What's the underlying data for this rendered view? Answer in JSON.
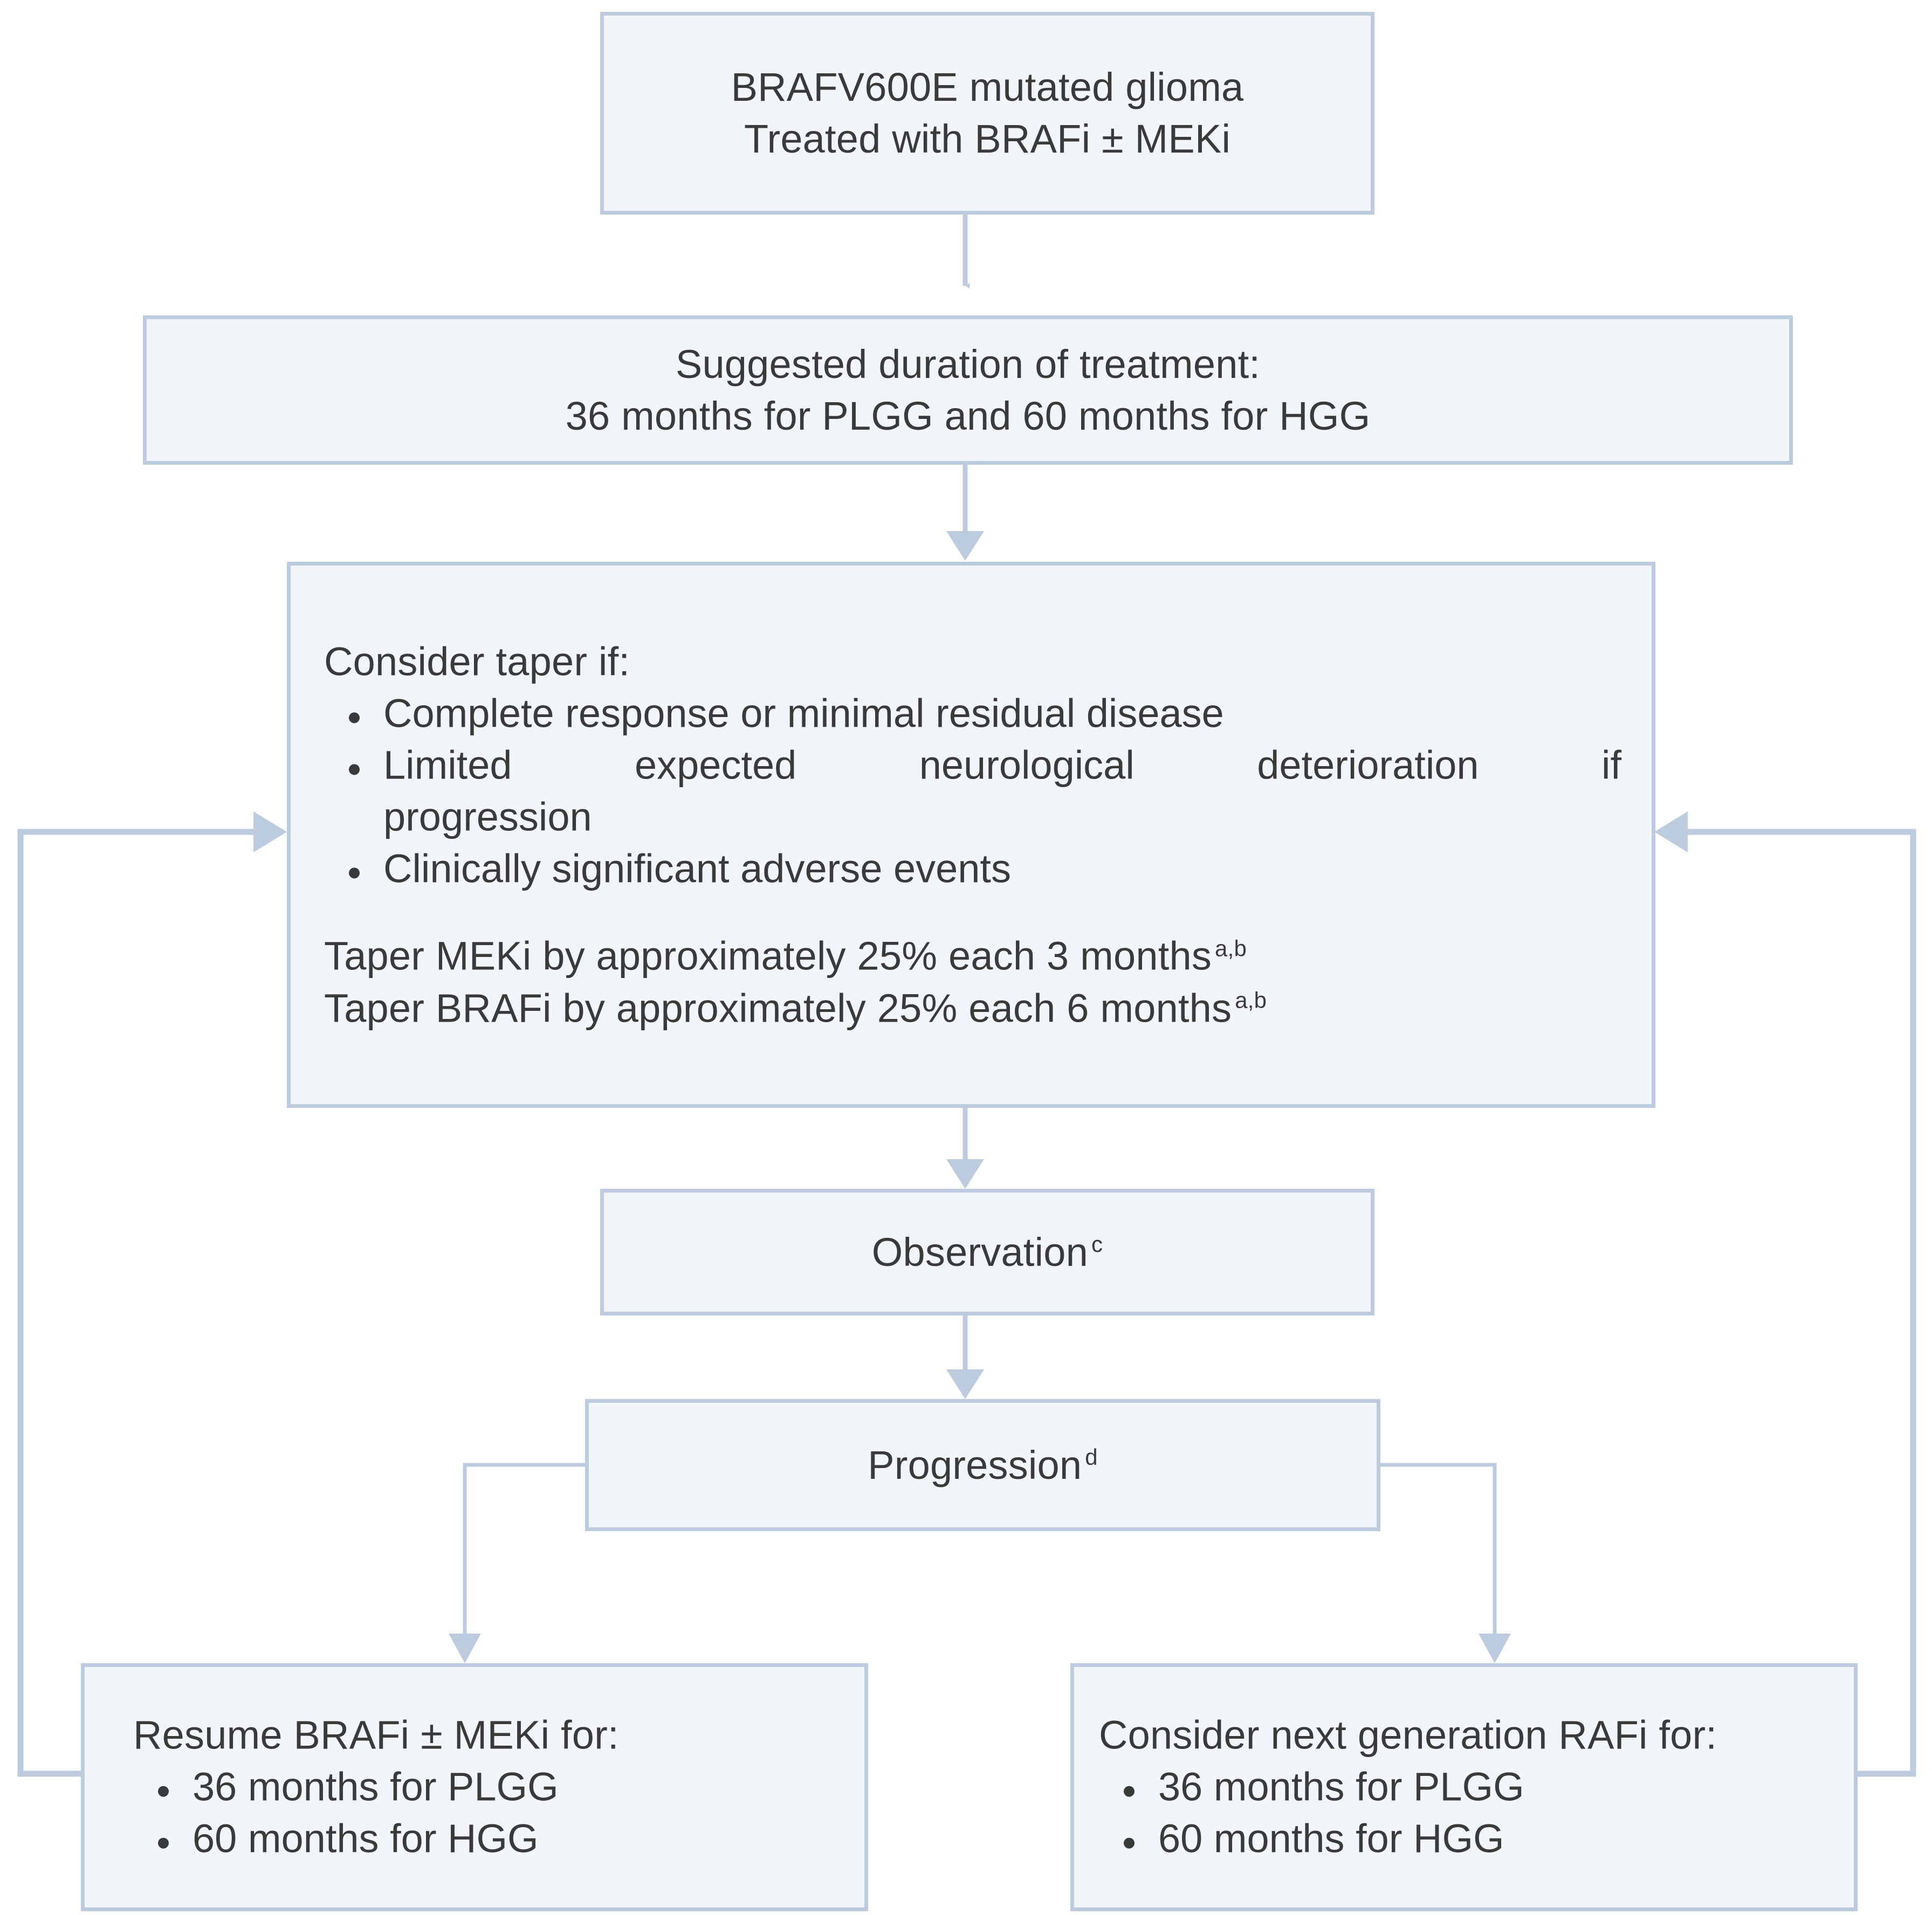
{
  "diagram": {
    "title": "BRAFV600E mutated glioma treatment duration and taper algorithm",
    "accent_color": "#bccbdd",
    "box_fill_color": "#f2f6fb",
    "connector_color": "#bccbdd",
    "text_color": "#3a3a3a"
  },
  "nodes": {
    "start": {
      "line1": "BRAFV600E mutated glioma",
      "line2": "Treated with BRAFi ± MEKi"
    },
    "duration": {
      "line1": "Suggested duration of treatment:",
      "line2": "36 months for PLGG and 60 months for HGG"
    },
    "taper": {
      "heading": "Consider taper if:",
      "bullets": [
        "Complete response or minimal residual disease",
        "Limited expected neurological deterioration if progression",
        "Clinically significant adverse events"
      ],
      "bullet2_line1": "Limited expected neurological deterioration if",
      "bullet2_line2": "progression",
      "meki_line": "Taper MEKi by approximately 25% each 3 months",
      "meki_footnote": "a,b",
      "brafi_line": "Taper BRAFi by approximately 25% each 6 months",
      "brafi_footnote": "a,b"
    },
    "observation": {
      "label": "Observation",
      "footnote": "c"
    },
    "progression": {
      "label": "Progression",
      "footnote": "d"
    },
    "resume": {
      "heading": "Resume BRAFi ± MEKi for:",
      "bullets": [
        "36 months for PLGG",
        "60 months for HGG"
      ]
    },
    "next_gen": {
      "heading": "Consider next generation RAFi for:",
      "bullets": [
        "36 months for PLGG",
        "60 months for HGG"
      ]
    }
  },
  "edges": [
    {
      "name": "start-to-duration",
      "from": "start",
      "to": "duration",
      "kind": "arrow-down"
    },
    {
      "name": "duration-to-taper",
      "from": "duration",
      "to": "taper",
      "kind": "arrow-down"
    },
    {
      "name": "taper-to-observation",
      "from": "taper",
      "to": "observation",
      "kind": "arrow-down"
    },
    {
      "name": "observation-to-progression",
      "from": "observation",
      "to": "progression",
      "kind": "arrow-down"
    },
    {
      "name": "progression-to-resume",
      "from": "progression",
      "to": "resume",
      "kind": "elbow-left-down"
    },
    {
      "name": "progression-to-next-gen",
      "from": "progression",
      "to": "next_gen",
      "kind": "elbow-right-down"
    },
    {
      "name": "resume-to-taper",
      "from": "resume",
      "to": "taper",
      "kind": "feedback-loop-left"
    },
    {
      "name": "next-gen-to-taper",
      "from": "next_gen",
      "to": "taper",
      "kind": "feedback-loop-right"
    }
  ]
}
